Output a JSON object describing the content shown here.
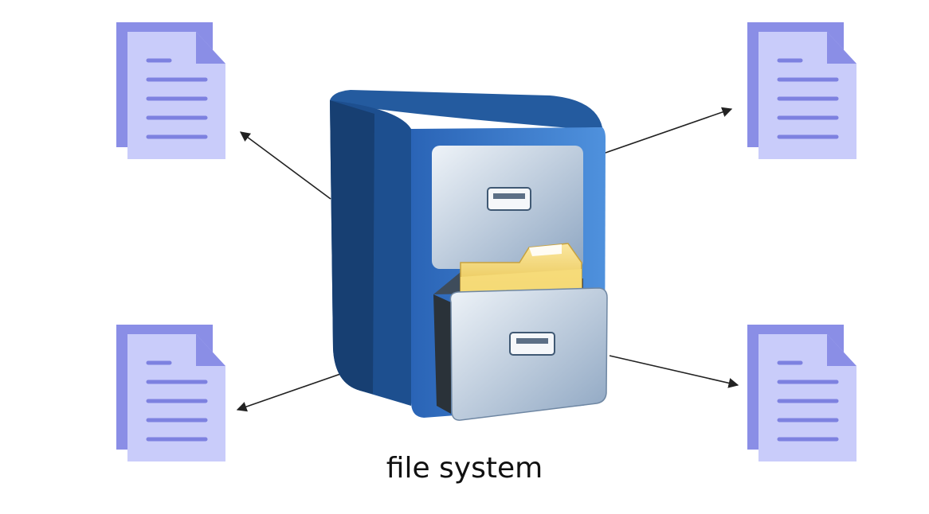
{
  "caption": "file system",
  "nodes": {
    "center": {
      "name": "file-cabinet-icon"
    },
    "documents": [
      {
        "name": "document-icon-top-left"
      },
      {
        "name": "document-icon-top-right"
      },
      {
        "name": "document-icon-bottom-left"
      },
      {
        "name": "document-icon-bottom-right"
      }
    ]
  },
  "colors": {
    "doc_back": "#8a8ee6",
    "doc_front": "#c9ccfa",
    "doc_fold": "#8a8ee6",
    "doc_lines": "#7d81e0",
    "cabinet_dark": "#1d4f8f",
    "cabinet_side": "#173f72",
    "cabinet_front": "#3f7ccc",
    "drawer_face": "#d9e3ee",
    "folder": "#f2d66b",
    "arrow": "#222222"
  }
}
